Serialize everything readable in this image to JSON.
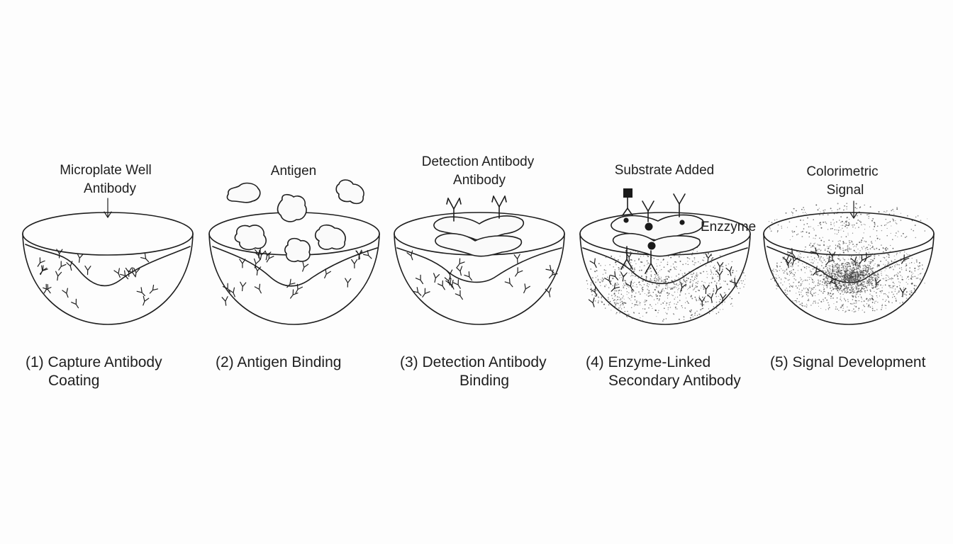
{
  "panels": [
    {
      "id": "capture-coating",
      "top_labels": [
        "Microplate Well",
        "Antibody"
      ],
      "caption_lines": [
        "(1) Capture Antibody",
        "Coating"
      ]
    },
    {
      "id": "antigen-binding",
      "top_labels": [
        "Antigen"
      ],
      "caption_lines": [
        "(2) Antigen Binding"
      ]
    },
    {
      "id": "detection-binding",
      "top_labels": [
        "Detection Antibody",
        "Antibody"
      ],
      "caption_lines": [
        "(3) Detection Antibody",
        "Binding"
      ]
    },
    {
      "id": "enzyme-linked",
      "top_labels": [
        "Substrate Added"
      ],
      "side_label": "Enzzyme",
      "caption_lines": [
        "(4) Enzyme-Linked",
        "Secondary Antibody"
      ]
    },
    {
      "id": "signal-development",
      "top_labels": [
        "Colorimetric",
        "Signal"
      ],
      "caption_lines": [
        "(5) Signal Development"
      ]
    }
  ],
  "colors": {
    "ink": "#1e1e1e",
    "background": "#fdfdfd",
    "stipple": "#444444"
  }
}
